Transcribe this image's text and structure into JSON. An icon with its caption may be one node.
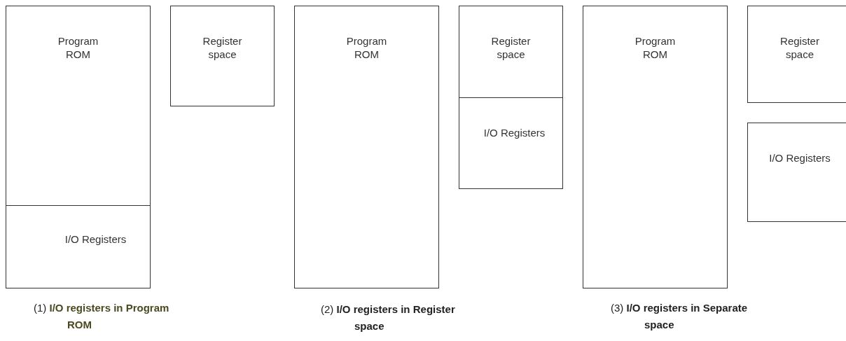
{
  "diagram": {
    "nodes": [
      {
        "text": [
          "Program ROM"
        ]
      },
      {
        "text": [
          "I/O Registers"
        ]
      },
      {
        "text": [
          "Register space"
        ]
      },
      {
        "text": [
          "Program ROM"
        ]
      },
      {
        "text": [
          "Register space"
        ]
      },
      {
        "text": [
          "I/O Registers"
        ]
      },
      {
        "text": [
          "Program ROM"
        ]
      },
      {
        "text": [
          "Register space"
        ]
      },
      {
        "text": [
          "I/O Registers"
        ]
      }
    ],
    "edges": [],
    "labels": [
      "(1) **I/O registers in Program ROM**",
      "(2) **I/O registers in Register space**",
      "(3) **I/O registers in Separate space**"
    ]
  }
}
